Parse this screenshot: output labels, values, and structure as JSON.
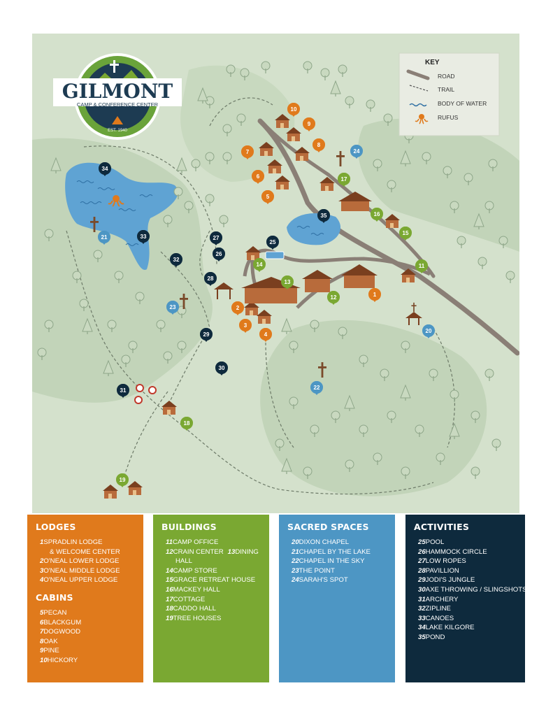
{
  "logo": {
    "name": "GILMONT",
    "subtitle": "CAMP & CONFERENCE CENTER",
    "est": "EST. 1940"
  },
  "key": {
    "title": "KEY",
    "items": [
      {
        "icon": "road-icon",
        "label": "ROAD"
      },
      {
        "icon": "trail-icon",
        "label": "TRAIL"
      },
      {
        "icon": "water-icon",
        "label": "BODY OF WATER"
      },
      {
        "icon": "rufus-octopus-icon",
        "label": "RUFUS"
      }
    ]
  },
  "colors": {
    "lodges": "#e07a1c",
    "buildings": "#7aa832",
    "sacred": "#4d96c4",
    "activities": "#0e2a3d",
    "map_bg": "#d4e1cc",
    "water": "#5fa3d3",
    "road": "#8a7f76"
  },
  "markers": [
    {
      "n": "1",
      "cat": "lodge"
    },
    {
      "n": "2",
      "cat": "lodge"
    },
    {
      "n": "3",
      "cat": "lodge"
    },
    {
      "n": "4",
      "cat": "lodge"
    },
    {
      "n": "5",
      "cat": "lodge"
    },
    {
      "n": "6",
      "cat": "lodge"
    },
    {
      "n": "7",
      "cat": "lodge"
    },
    {
      "n": "8",
      "cat": "lodge"
    },
    {
      "n": "9",
      "cat": "lodge"
    },
    {
      "n": "10",
      "cat": "lodge"
    },
    {
      "n": "11",
      "cat": "building"
    },
    {
      "n": "12",
      "cat": "building"
    },
    {
      "n": "13",
      "cat": "building"
    },
    {
      "n": "14",
      "cat": "building"
    },
    {
      "n": "15",
      "cat": "building"
    },
    {
      "n": "16",
      "cat": "building"
    },
    {
      "n": "17",
      "cat": "building"
    },
    {
      "n": "18",
      "cat": "building"
    },
    {
      "n": "19",
      "cat": "building"
    },
    {
      "n": "20",
      "cat": "sacred"
    },
    {
      "n": "21",
      "cat": "sacred"
    },
    {
      "n": "22",
      "cat": "sacred"
    },
    {
      "n": "23",
      "cat": "sacred"
    },
    {
      "n": "24",
      "cat": "sacred"
    },
    {
      "n": "25",
      "cat": "activity"
    },
    {
      "n": "26",
      "cat": "activity"
    },
    {
      "n": "27",
      "cat": "activity"
    },
    {
      "n": "28",
      "cat": "activity"
    },
    {
      "n": "29",
      "cat": "activity"
    },
    {
      "n": "30",
      "cat": "activity"
    },
    {
      "n": "31",
      "cat": "activity"
    },
    {
      "n": "32",
      "cat": "activity"
    },
    {
      "n": "33",
      "cat": "activity"
    },
    {
      "n": "34",
      "cat": "activity"
    },
    {
      "n": "35",
      "cat": "activity"
    }
  ],
  "legend": {
    "lodges": {
      "title": "LODGES",
      "items": [
        {
          "num": "1",
          "label": "SPRADLIN LODGE"
        },
        {
          "num": "",
          "label": "& WELCOME CENTER"
        },
        {
          "num": "2",
          "label": "O'NEAL LOWER LODGE"
        },
        {
          "num": "3",
          "label": "O'NEAL MIDDLE LODGE"
        },
        {
          "num": "4",
          "label": "O'NEAL UPPER LODGE"
        }
      ]
    },
    "cabins": {
      "title": "CABINS",
      "items": [
        {
          "num": "5",
          "label": "PECAN"
        },
        {
          "num": "6",
          "label": "BLACKGUM"
        },
        {
          "num": "7",
          "label": "DOGWOOD"
        },
        {
          "num": "8",
          "label": "OAK"
        },
        {
          "num": "9",
          "label": "PINE"
        },
        {
          "num": "10",
          "label": "HICKORY"
        }
      ]
    },
    "buildings": {
      "title": "BUILDINGS",
      "items": [
        {
          "num": "11",
          "label": "CAMP OFFICE"
        },
        {
          "num": "12",
          "label": "CRAIN CENTER",
          "num2": "13",
          "label2": "DINING"
        },
        {
          "num": "",
          "label": "HALL"
        },
        {
          "num": "14",
          "label": "CAMP STORE"
        },
        {
          "num": "15",
          "label": "GRACE RETREAT HOUSE"
        },
        {
          "num": "16",
          "label": "MACKEY HALL"
        },
        {
          "num": "17",
          "label": "COTTAGE"
        },
        {
          "num": "18",
          "label": "CADDO HALL"
        },
        {
          "num": "19",
          "label": "TREE HOUSES"
        }
      ]
    },
    "sacred": {
      "title": "SACRED SPACES",
      "items": [
        {
          "num": "20",
          "label": "DIXON CHAPEL"
        },
        {
          "num": "21",
          "label": "CHAPEL BY THE LAKE"
        },
        {
          "num": "22",
          "label": "CHAPEL IN THE SKY"
        },
        {
          "num": "23",
          "label": "THE POINT"
        },
        {
          "num": "24",
          "label": "SARAH'S SPOT"
        }
      ]
    },
    "activities": {
      "title": "ACTIVITIES",
      "items": [
        {
          "num": "25",
          "label": "POOL"
        },
        {
          "num": "26",
          "label": "HAMMOCK CIRCLE"
        },
        {
          "num": "27",
          "label": "LOW ROPES"
        },
        {
          "num": "28",
          "label": "PAVILLION"
        },
        {
          "num": "29",
          "label": "JODI'S JUNGLE"
        },
        {
          "num": "30",
          "label": "AXE THROWING / SLINGSHOTS"
        },
        {
          "num": "31",
          "label": "ARCHERY"
        },
        {
          "num": "32",
          "label": "ZIPLINE"
        },
        {
          "num": "33",
          "label": "CANOES"
        },
        {
          "num": "34",
          "label": "LAKE KILGORE"
        },
        {
          "num": "35",
          "label": "POND"
        }
      ]
    }
  }
}
